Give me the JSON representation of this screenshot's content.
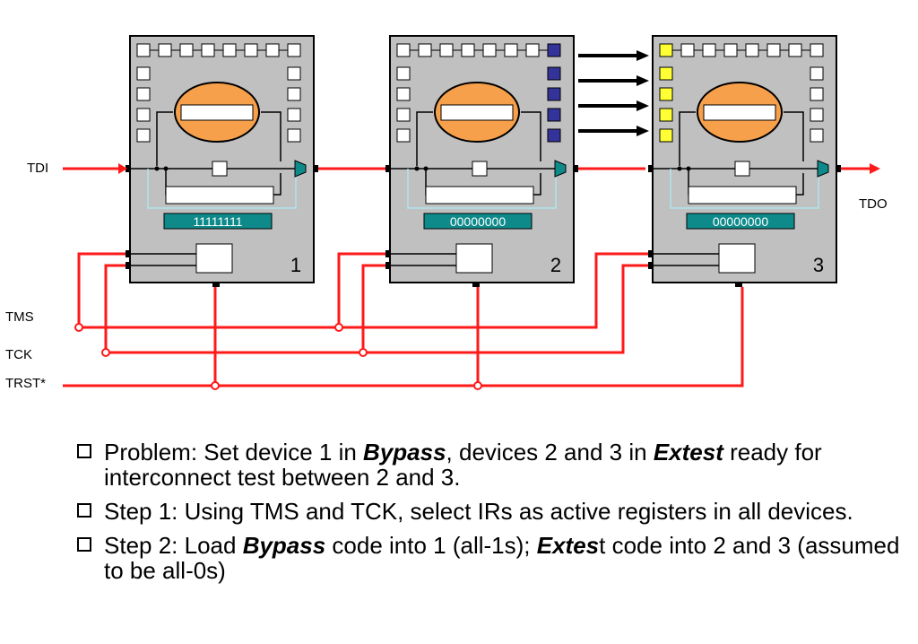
{
  "signals": {
    "tdi": "TDI",
    "tdo": "TDO",
    "tms": "TMS",
    "tck": "TCK",
    "trst": "TRST*"
  },
  "devices": [
    {
      "number": "1",
      "ir_value": "11111111",
      "boundary_highlight": "none"
    },
    {
      "number": "2",
      "ir_value": "00000000",
      "boundary_highlight": "right"
    },
    {
      "number": "3",
      "ir_value": "00000000",
      "boundary_highlight": "left"
    }
  ],
  "colors": {
    "wire_red": "#ff1a1a",
    "chip_gray": "#c0c0c0",
    "core_orange": "#f7a04b",
    "ir_teal": "#0f8a8a",
    "highlight_blue": "#333399",
    "highlight_yellow": "#ffff33",
    "thin_wire_cyan": "#aee6ee"
  },
  "bullets": [
    {
      "parts": [
        {
          "text": "Problem: Set device 1 in ",
          "emph": false
        },
        {
          "text": "Bypass",
          "emph": true
        },
        {
          "text": ", devices 2 and 3 in ",
          "emph": false
        },
        {
          "text": "Extest",
          "emph": true
        },
        {
          "text": " ready for interconnect test between 2 and 3.",
          "emph": false
        }
      ]
    },
    {
      "parts": [
        {
          "text": "Step 1: Using TMS and TCK, select IRs as active registers in all devices.",
          "emph": false
        }
      ]
    },
    {
      "parts": [
        {
          "text": "Step 2: Load ",
          "emph": false
        },
        {
          "text": "Bypass",
          "emph": true
        },
        {
          "text": " code into 1 (all-1s); ",
          "emph": false
        },
        {
          "text": "Extes",
          "emph": true
        },
        {
          "text": "t code into 2 and 3 (assumed to be all-0s)",
          "emph": false
        }
      ]
    }
  ]
}
